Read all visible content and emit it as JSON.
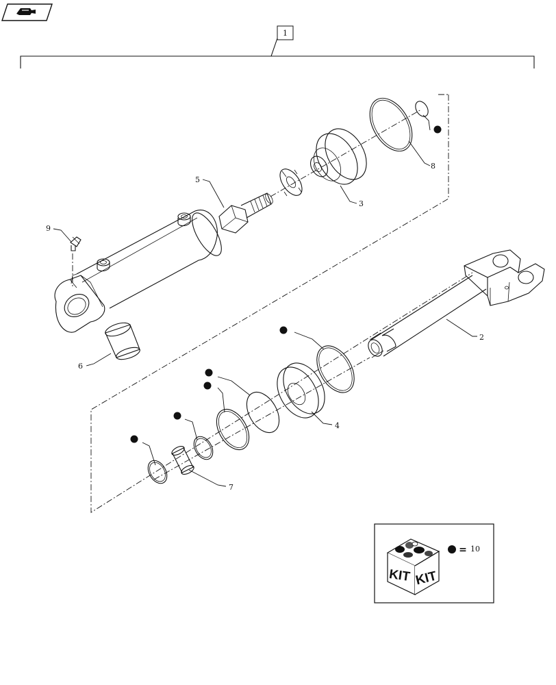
{
  "nav": {
    "icon": "forward-page-icon"
  },
  "assembly": {
    "label": "1"
  },
  "callouts": {
    "c2": "2",
    "c3": "3",
    "c4": "4",
    "c5": "5",
    "c6": "6",
    "c7": "7",
    "c8": "8",
    "c9": "9"
  },
  "kit": {
    "word_left": "KIT",
    "word_right": "KIT",
    "equals": "=",
    "number": "10"
  }
}
